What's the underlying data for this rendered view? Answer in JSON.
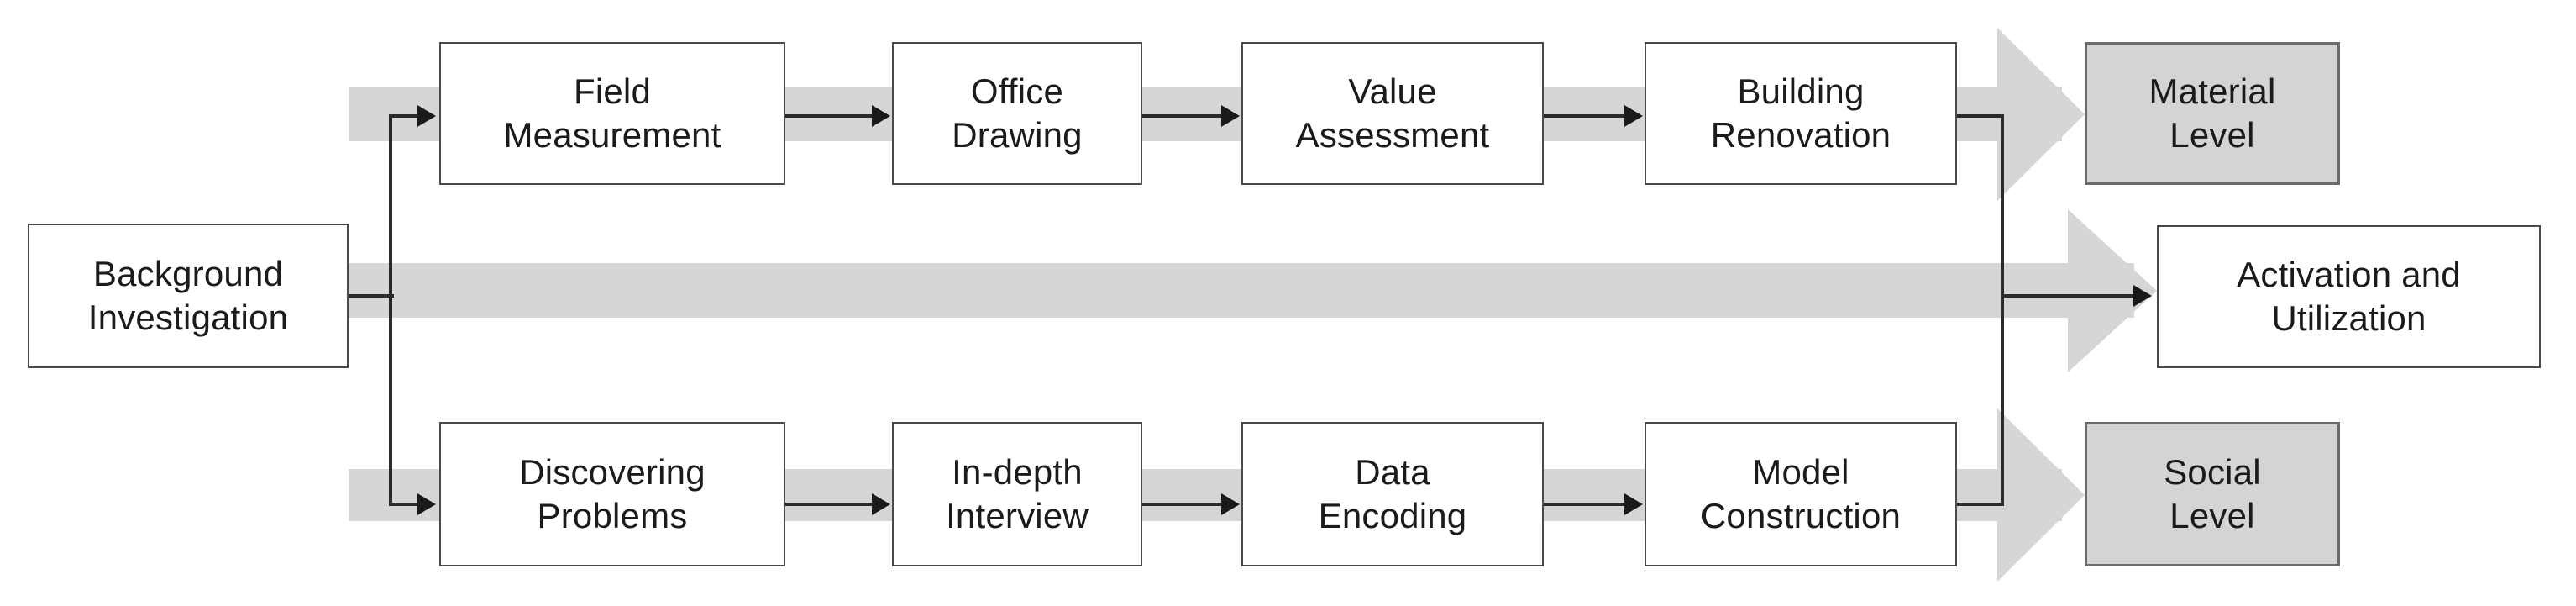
{
  "diagram": {
    "title": "Research framework flow diagram",
    "colors": {
      "box_fill": "#ffffff",
      "box_fill_highlight": "#d4d4d4",
      "box_border": "#5a5a5a",
      "ribbon": "#d6d6d6",
      "connector": "#2b2b2b",
      "text": "#1b1b1b",
      "page_background": "#ffffff"
    },
    "start": {
      "label": "Background\nInvestigation"
    },
    "tracks": [
      {
        "name": "material-track",
        "steps": [
          {
            "label": "Field\nMeasurement"
          },
          {
            "label": "Office\nDrawing"
          },
          {
            "label": "Value\nAssessment"
          },
          {
            "label": "Building\nRenovation"
          }
        ],
        "outcome": {
          "label": "Material\nLevel",
          "highlighted": true
        }
      },
      {
        "name": "social-track",
        "steps": [
          {
            "label": "Discovering\nProblems"
          },
          {
            "label": "In-depth\nInterview"
          },
          {
            "label": "Data\nEncoding"
          },
          {
            "label": "Model\nConstruction"
          }
        ],
        "outcome": {
          "label": "Social\nLevel",
          "highlighted": true
        }
      }
    ],
    "final": {
      "label": "Activation and\nUtilization",
      "highlighted": false
    }
  }
}
